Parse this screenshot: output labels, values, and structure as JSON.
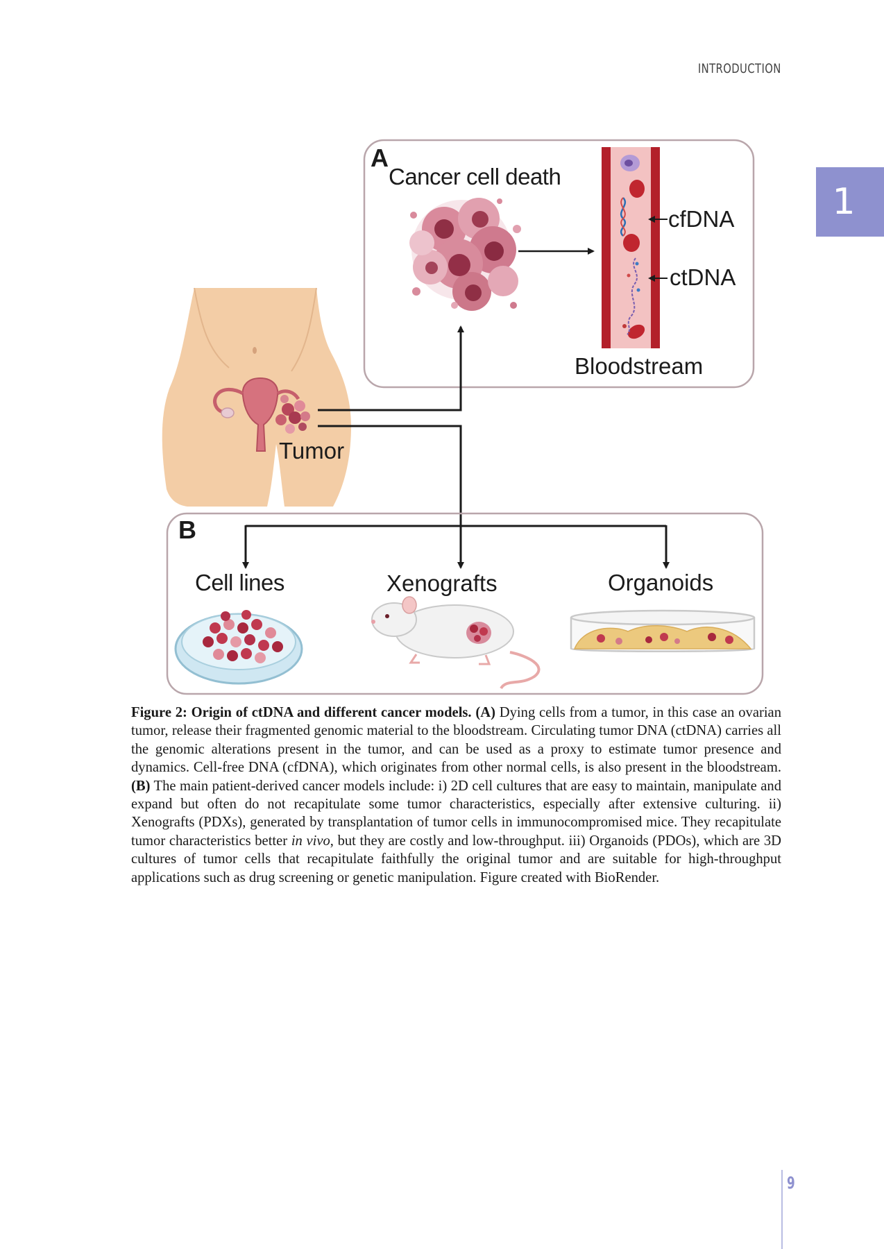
{
  "header": {
    "section": "INTRODUCTION",
    "chapter_number": "1"
  },
  "figure": {
    "panel_a": {
      "letter": "A",
      "title": "Cancer cell death",
      "labels": {
        "cfdna": "cfDNA",
        "ctdna": "ctDNA",
        "bloodstream": "Bloodstream"
      }
    },
    "tumor_label": "Tumor",
    "panel_b": {
      "letter": "B",
      "models": {
        "cell_lines": "Cell lines",
        "xenografts": "Xenografts",
        "organoids": "Organoids"
      }
    }
  },
  "caption": {
    "figure_label": "Figure 2: Origin of ctDNA and different cancer models.",
    "part_a_tag": "(A)",
    "text_a": "Dying cells from a tumor, in this case an ovarian tumor, release their fragmented genomic material to the bloodstream. Circulating tumor DNA (ctDNA) carries all the genomic alterations present in the tumor, and can be used as a proxy to estimate tumor presence and dynamics. Cell-free DNA (cfDNA), which originates from other normal cells, is also present in the bloodstream.",
    "part_b_tag": "(B)",
    "text_b_before_italic": "The main patient-derived cancer models include: i) 2D cell cultures that are easy to maintain, manipulate and expand but often do not recapitulate some tumor characteristics, especially after extensive culturing. ii) Xenografts (PDXs), generated by transplantation of tumor cells in immunocompromised mice. They recapitulate tumor characteristics better",
    "text_b_italic": "in vivo",
    "text_b_after_italic": ", but they are costly and low-throughput. iii) Organoids (PDOs), which are 3D cultures of tumor cells that recapitulate faithfully the original tumor and are suitable for high-throughput applications such as drug screening or genetic manipulation. Figure created with BioRender."
  },
  "footer": {
    "page_number": "9"
  },
  "colors": {
    "accent": "#8e91cf",
    "vessel": "#b3202a",
    "tumor": "#a8485a",
    "skin": "#f3cda6"
  }
}
